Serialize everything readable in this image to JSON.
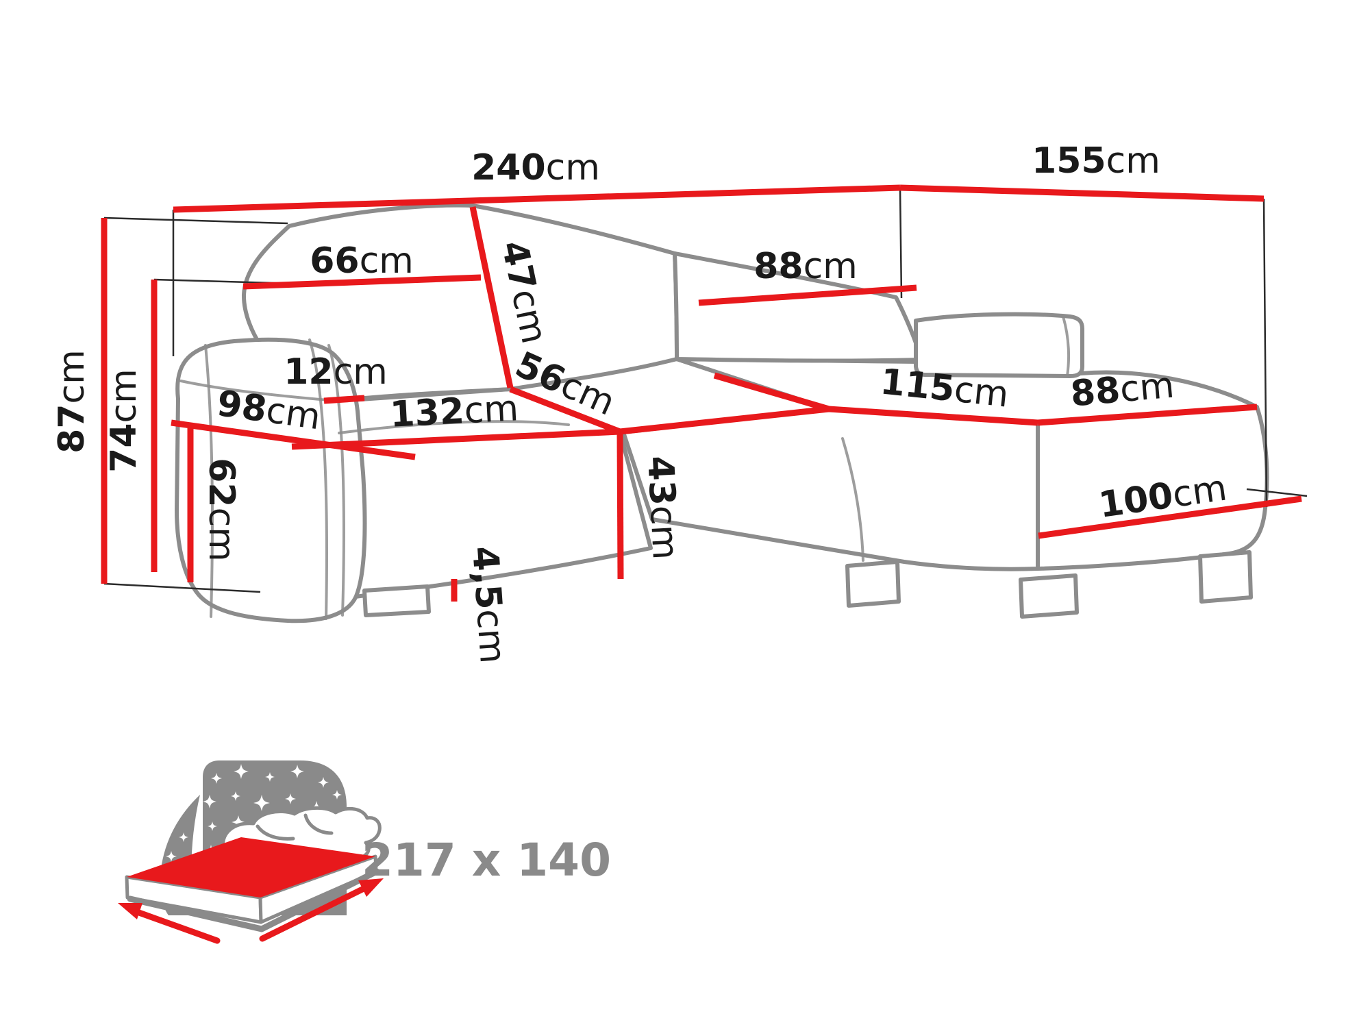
{
  "colors": {
    "dimension_red": "#e8191c",
    "outline_gray": "#8c8c8c",
    "label_black": "#1a1a1a",
    "icon_gray": "#8a8a8a",
    "background": "#ffffff"
  },
  "dims": {
    "total_width": {
      "value": "240",
      "unit": "cm"
    },
    "total_depth": {
      "value": "155",
      "unit": "cm"
    },
    "total_height": {
      "value": "87",
      "unit": "cm"
    },
    "back_height": {
      "value": "74",
      "unit": "cm"
    },
    "back_cushion_left": {
      "value": "66",
      "unit": "cm"
    },
    "back_cushion_height": {
      "value": "47",
      "unit": "cm"
    },
    "back_cushion_right": {
      "value": "88",
      "unit": "cm"
    },
    "armrest_width": {
      "value": "12",
      "unit": "cm"
    },
    "armrest_depth": {
      "value": "98",
      "unit": "cm"
    },
    "armrest_side_height": {
      "value": "62",
      "unit": "cm"
    },
    "seat_width": {
      "value": "132",
      "unit": "cm"
    },
    "seat_depth": {
      "value": "56",
      "unit": "cm"
    },
    "seat_height": {
      "value": "43",
      "unit": "cm"
    },
    "leg_height": {
      "value": "4,5",
      "unit": "cm"
    },
    "chaise_length": {
      "value": "115",
      "unit": "cm"
    },
    "chaise_width": {
      "value": "88",
      "unit": "cm"
    },
    "chaise_front": {
      "value": "100",
      "unit": "cm"
    }
  },
  "bed": {
    "size_label": "217 x 140"
  }
}
